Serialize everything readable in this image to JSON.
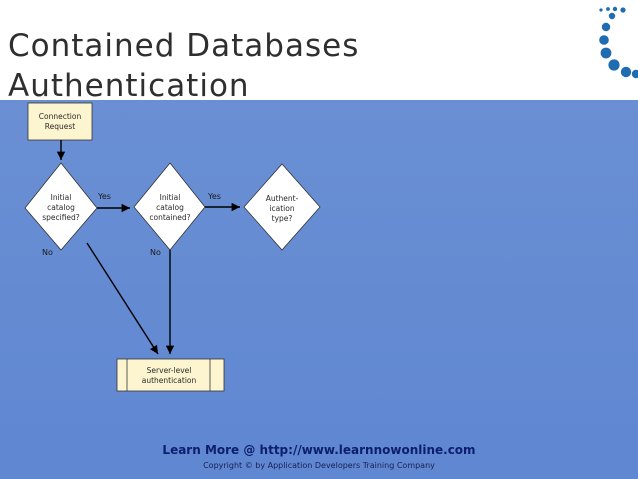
{
  "slide": {
    "title_line1": "Contained Databases",
    "title_line2": "Authentication"
  },
  "flowchart": {
    "connection_request": [
      "Connection",
      "Request"
    ],
    "decision_initial_catalog": [
      "Initial",
      "catalog",
      "specified?"
    ],
    "decision_catalog_contained": [
      "Initial",
      "catalog",
      "contained?"
    ],
    "decision_auth_type": [
      "Authent-",
      "ication",
      "type?"
    ],
    "server_level_auth": [
      "Server-level",
      "authentication"
    ],
    "label_yes": "Yes",
    "label_no": "No"
  },
  "footer": {
    "link": "Learn More @ http://www.learnnowonline.com",
    "copyright": "Copyright © by Application Developers Training Company"
  },
  "colors": {
    "background": "#5f87d2",
    "process_fill": "#fdf5d0",
    "decision_fill": "#ffffff",
    "logo_blue": "#1f6cb0"
  },
  "icons": {
    "logo": "dotted-arc-logo-icon"
  }
}
